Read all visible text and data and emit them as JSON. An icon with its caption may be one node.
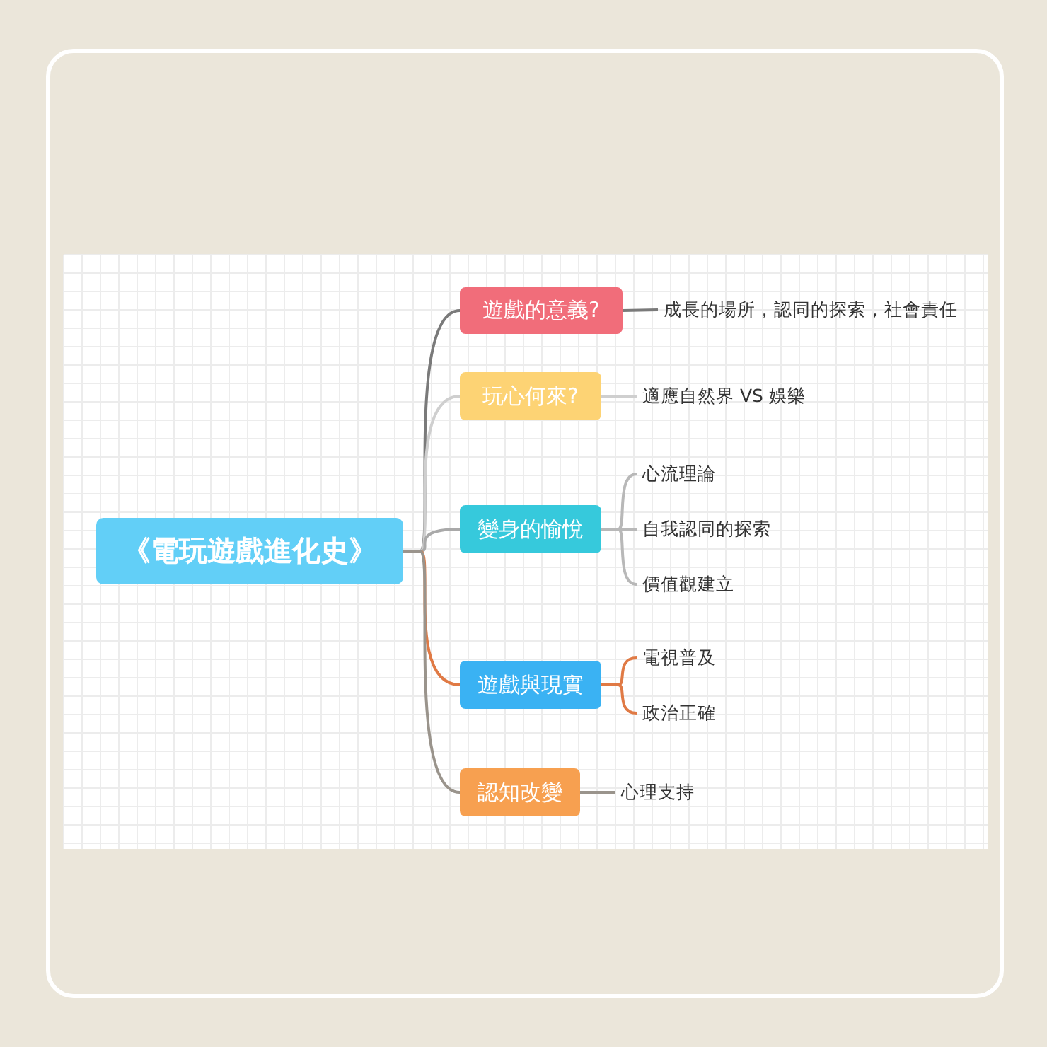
{
  "diagram": {
    "nodes": [
      {
        "text": [
          "《電玩遊戲進化史》"
        ]
      },
      {
        "text": [
          "遊戲的意義?"
        ]
      },
      {
        "text": [
          "玩心何來?"
        ]
      },
      {
        "text": [
          "變身的愉悅"
        ]
      },
      {
        "text": [
          "遊戲與現實"
        ]
      },
      {
        "text": [
          "認知改變"
        ]
      },
      {
        "text": [
          "成長的場所，認同的探索，社會責任"
        ]
      },
      {
        "text": [
          "適應自然界 VS 娛樂"
        ]
      },
      {
        "text": [
          "心流理論"
        ]
      },
      {
        "text": [
          "自我認同的探索"
        ]
      },
      {
        "text": [
          "價值觀建立"
        ]
      },
      {
        "text": [
          "電視普及"
        ]
      },
      {
        "text": [
          "政治正確"
        ]
      },
      {
        "text": [
          "心理支持"
        ]
      }
    ],
    "edges": [
      {
        "from": 0,
        "to": 1,
        "arrow": "none",
        "color": "#7a7a7a"
      },
      {
        "from": 0,
        "to": 2,
        "arrow": "none",
        "color": "#cfcfcf"
      },
      {
        "from": 0,
        "to": 3,
        "arrow": "none",
        "color": "#a9a9a9"
      },
      {
        "from": 0,
        "to": 4,
        "arrow": "none",
        "color": "#e07a45"
      },
      {
        "from": 0,
        "to": 5,
        "arrow": "none",
        "color": "#9a948c"
      },
      {
        "from": 1,
        "to": 6,
        "arrow": "none",
        "color": "#7a7a7a"
      },
      {
        "from": 2,
        "to": 7,
        "arrow": "none",
        "color": "#cfcfcf"
      },
      {
        "from": 3,
        "to": 8,
        "arrow": "none",
        "color": "#b8b8b8"
      },
      {
        "from": 3,
        "to": 9,
        "arrow": "none",
        "color": "#b8b8b8"
      },
      {
        "from": 3,
        "to": 10,
        "arrow": "none",
        "color": "#b8b8b8"
      },
      {
        "from": 4,
        "to": 11,
        "arrow": "none",
        "color": "#e07a45"
      },
      {
        "from": 4,
        "to": 12,
        "arrow": "none",
        "color": "#e07a45"
      },
      {
        "from": 5,
        "to": 13,
        "arrow": "none",
        "color": "#9a948c"
      }
    ]
  }
}
